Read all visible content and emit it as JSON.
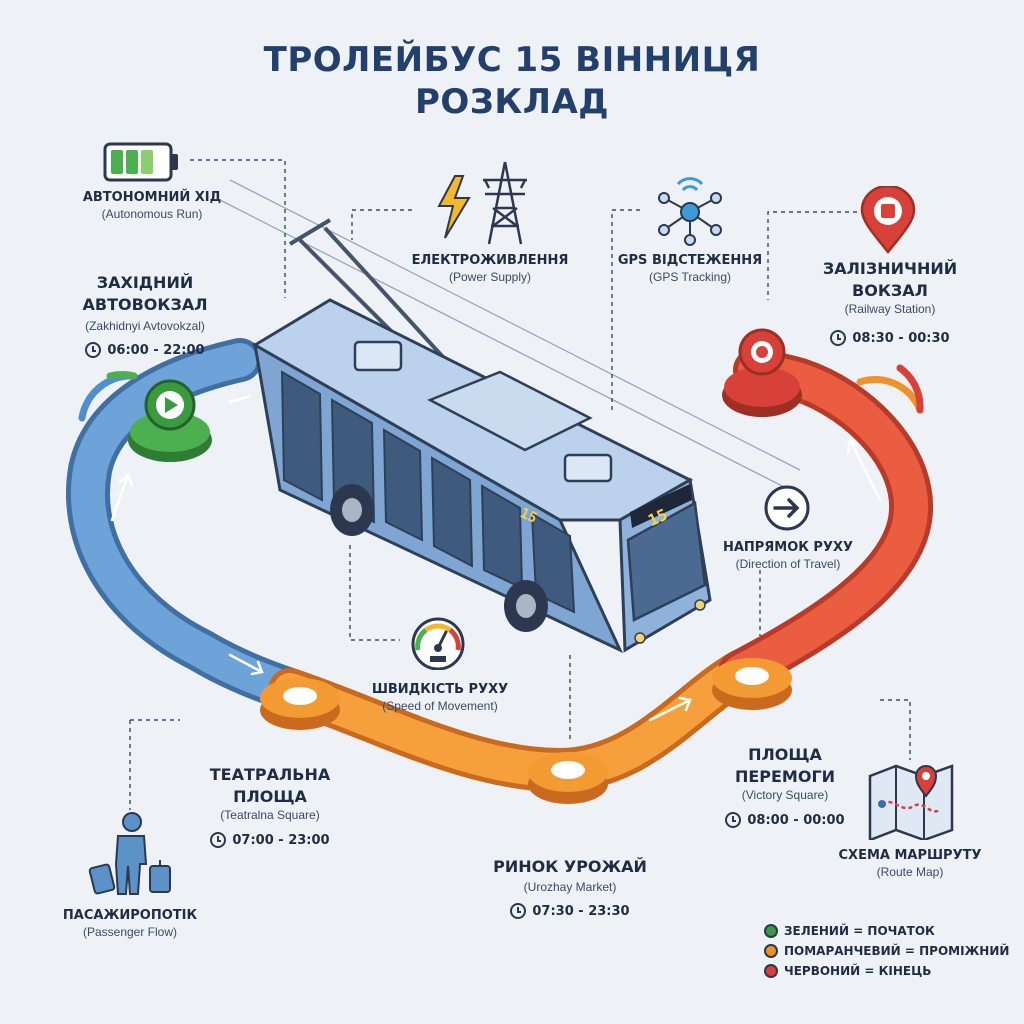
{
  "title": {
    "line1": "ТРОЛЕЙБУС 15 ВІННИЦЯ",
    "line2": "РОЗКЛАД"
  },
  "bus": {
    "route_number": "15"
  },
  "stops": {
    "start": {
      "name_ua": "ЗАХІДНИЙ АВТОВОКЗАЛ",
      "name_en": "(Zakhidnyi Avtovokzal)",
      "hours": "06:00 - 22:00",
      "color": "#3a9a3f"
    },
    "teatralna": {
      "name_ua": "ТЕАТРАЛЬНА ПЛОЩА",
      "name_en": "(Teatralna Square)",
      "hours": "07:00 - 23:00",
      "color": "#f0922b"
    },
    "urozhay": {
      "name_ua": "РИНОК УРОЖАЙ",
      "name_en": "(Urozhay Market)",
      "hours": "07:30 - 23:30",
      "color": "#f0922b"
    },
    "peremohy": {
      "name_ua": "ПЛОЩА ПЕРЕМОГИ",
      "name_en": "(Victory Square)",
      "hours": "08:00 - 00:00",
      "color": "#f0922b"
    },
    "end": {
      "name_ua": "ЗАЛІЗНИЧНИЙ ВОКЗАЛ",
      "name_en": "(Railway Station)",
      "hours": "08:30 - 00:30",
      "color": "#d8403a"
    }
  },
  "features": {
    "autonomous": {
      "name_ua": "АВТОНОМНИЙ ХІД",
      "name_en": "(Autonomous Run)",
      "icon": "battery-icon"
    },
    "power": {
      "name_ua": "ЕЛЕКТРОЖИВЛЕННЯ",
      "name_en": "(Power Supply)",
      "icon": "power-line-icon"
    },
    "gps": {
      "name_ua": "GPS ВІДСТЕЖЕННЯ",
      "name_en": "(GPS Tracking)",
      "icon": "gps-icon"
    },
    "direction": {
      "name_ua": "НАПРЯМОК РУХУ",
      "name_en": "(Direction of Travel)",
      "icon": "arrow-right-icon"
    },
    "speed": {
      "name_ua": "ШВИДКІСТЬ РУХУ",
      "name_en": "(Speed of Movement)",
      "icon": "speedometer-icon"
    },
    "passengers": {
      "name_ua": "ПАСАЖИРОПОТІК",
      "name_en": "(Passenger Flow)",
      "icon": "passenger-icon"
    },
    "map": {
      "name_ua": "СХЕМА МАРШРУТУ",
      "name_en": "(Route Map)",
      "icon": "map-icon"
    }
  },
  "legend": [
    {
      "color": "#3a9a3f",
      "label": "ЗЕЛЕНИЙ = ПОЧАТОК"
    },
    {
      "color": "#f0922b",
      "label": "ПОМАРАНЧЕВИЙ = ПРОМІЖНИЙ"
    },
    {
      "color": "#d8403a",
      "label": "ЧЕРВОНИЙ = КІНЕЦЬ"
    }
  ],
  "colors": {
    "route_blue": "#5b93c9",
    "route_orange": "#f2952e",
    "route_red": "#e0533c",
    "title": "#23406c",
    "bus_body": "#a9c5e6"
  }
}
